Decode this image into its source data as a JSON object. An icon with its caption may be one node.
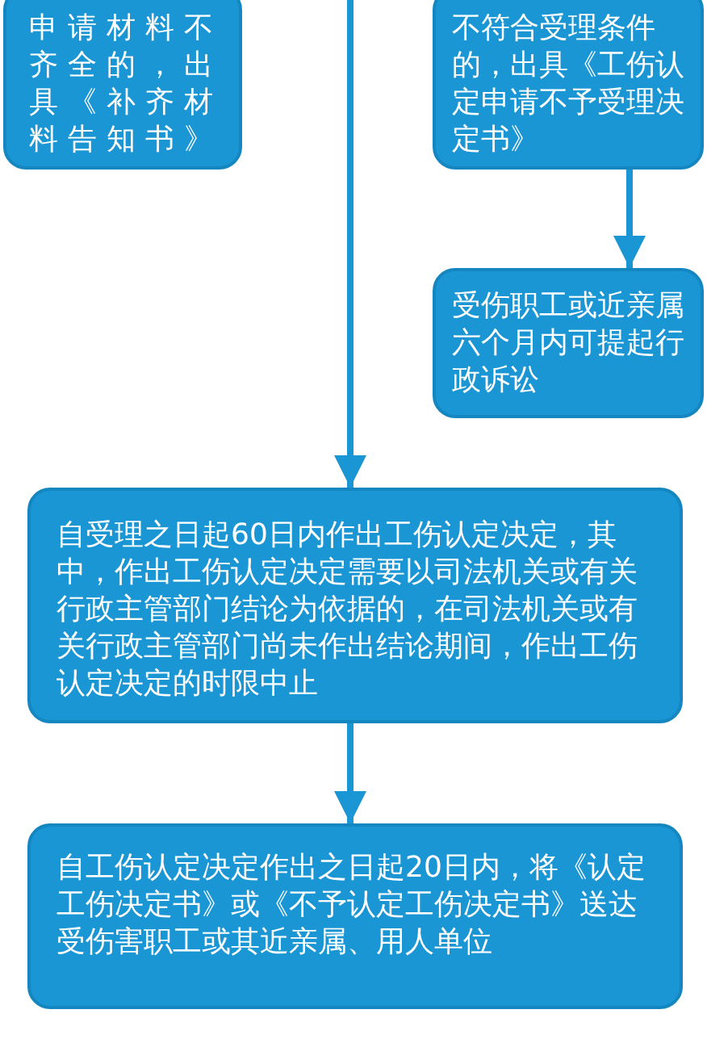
{
  "diagram": {
    "nodes": [
      {
        "text": [
          "申请材料不齐全的，出具《补齐材料告知书》"
        ]
      },
      {
        "text": [
          "不符合受理条件的，出具《工伤认定申请不予受理决定书》"
        ]
      },
      {
        "text": [
          "受伤职工或近亲属六个月内可提起行政诉讼"
        ]
      },
      {
        "text": [
          "自受理之日起60日内作出工伤认定决定，其中，作出工伤认定决定需要以司法机关或有关行政主管部门结论为依据的，在司法机关或有关行政主管部门尚未作出结论期间，作出工伤认定决定的时限中止"
        ]
      },
      {
        "text": [
          "自工伤认定决定作出之日起20日内，将《认定工伤决定书》或《不予认定工伤决定书》送达受伤害职工或其近亲属、用人单位"
        ]
      }
    ],
    "edges": [
      {
        "from": null,
        "to": 3,
        "arrow": "to"
      },
      {
        "from": 1,
        "to": 2,
        "arrow": "to"
      },
      {
        "from": 3,
        "to": 4,
        "arrow": "to"
      }
    ]
  }
}
